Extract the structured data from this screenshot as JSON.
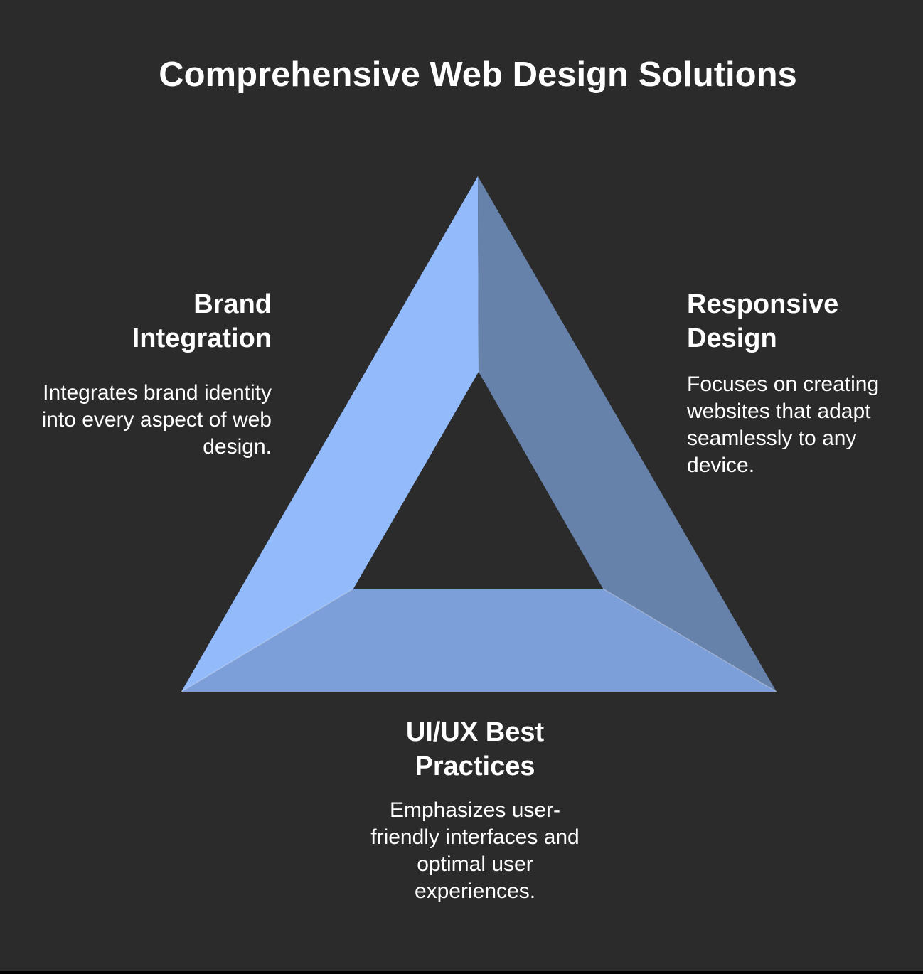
{
  "title": "Comprehensive Web Design Solutions",
  "colors": {
    "background": "#2b2b2b",
    "text": "#ffffff",
    "segment_left": "#93bbfb",
    "segment_right": "#6681aa",
    "segment_bottom": "#7c9ed9",
    "corner_bevel_line": "rgba(255,255,255,0.3)",
    "bottom_strip": "#000000"
  },
  "triangle": {
    "segments": [
      {
        "id": "brand-integration",
        "position": "left"
      },
      {
        "id": "responsive-design",
        "position": "right"
      },
      {
        "id": "uiux-best-practices",
        "position": "bottom"
      }
    ]
  },
  "panels": {
    "brand": {
      "heading_lines": [
        "Brand",
        "Integration"
      ],
      "desc_lines": [
        "Integrates brand identity",
        "into every aspect of web",
        "design."
      ]
    },
    "responsive": {
      "heading_lines": [
        "Responsive",
        "Design"
      ],
      "desc_lines": [
        "Focuses on creating",
        "websites that adapt",
        "seamlessly to any",
        "device."
      ]
    },
    "uiux": {
      "heading_lines": [
        "UI/UX Best",
        "Practices"
      ],
      "desc_lines": [
        "Emphasizes user-",
        "friendly interfaces and",
        "optimal user",
        "experiences."
      ]
    }
  }
}
